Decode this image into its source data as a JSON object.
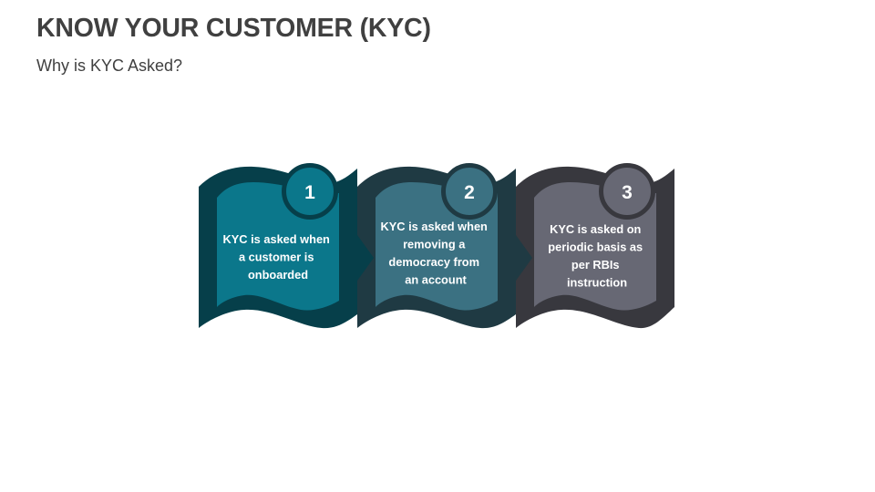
{
  "slide": {
    "title": "KNOW YOUR CUSTOMER (KYC)",
    "subtitle": "Why is KYC Asked?"
  },
  "colors": {
    "title_text": "#404040",
    "panel_text": "#ffffff"
  },
  "panels": [
    {
      "number": "1",
      "outer_color": "#063f4a",
      "inner_color": "#0b778b",
      "lines": [
        "KYC is asked when",
        "a customer is",
        "onboarded"
      ]
    },
    {
      "number": "2",
      "outer_color": "#1f3a43",
      "inner_color": "#3b7182",
      "lines": [
        "KYC is asked when",
        "removing a",
        "democracy from",
        "an account"
      ]
    },
    {
      "number": "3",
      "outer_color": "#38383e",
      "inner_color": "#676874",
      "lines": [
        "KYC is asked on",
        "periodic basis as",
        "per RBIs",
        "instruction"
      ]
    }
  ]
}
